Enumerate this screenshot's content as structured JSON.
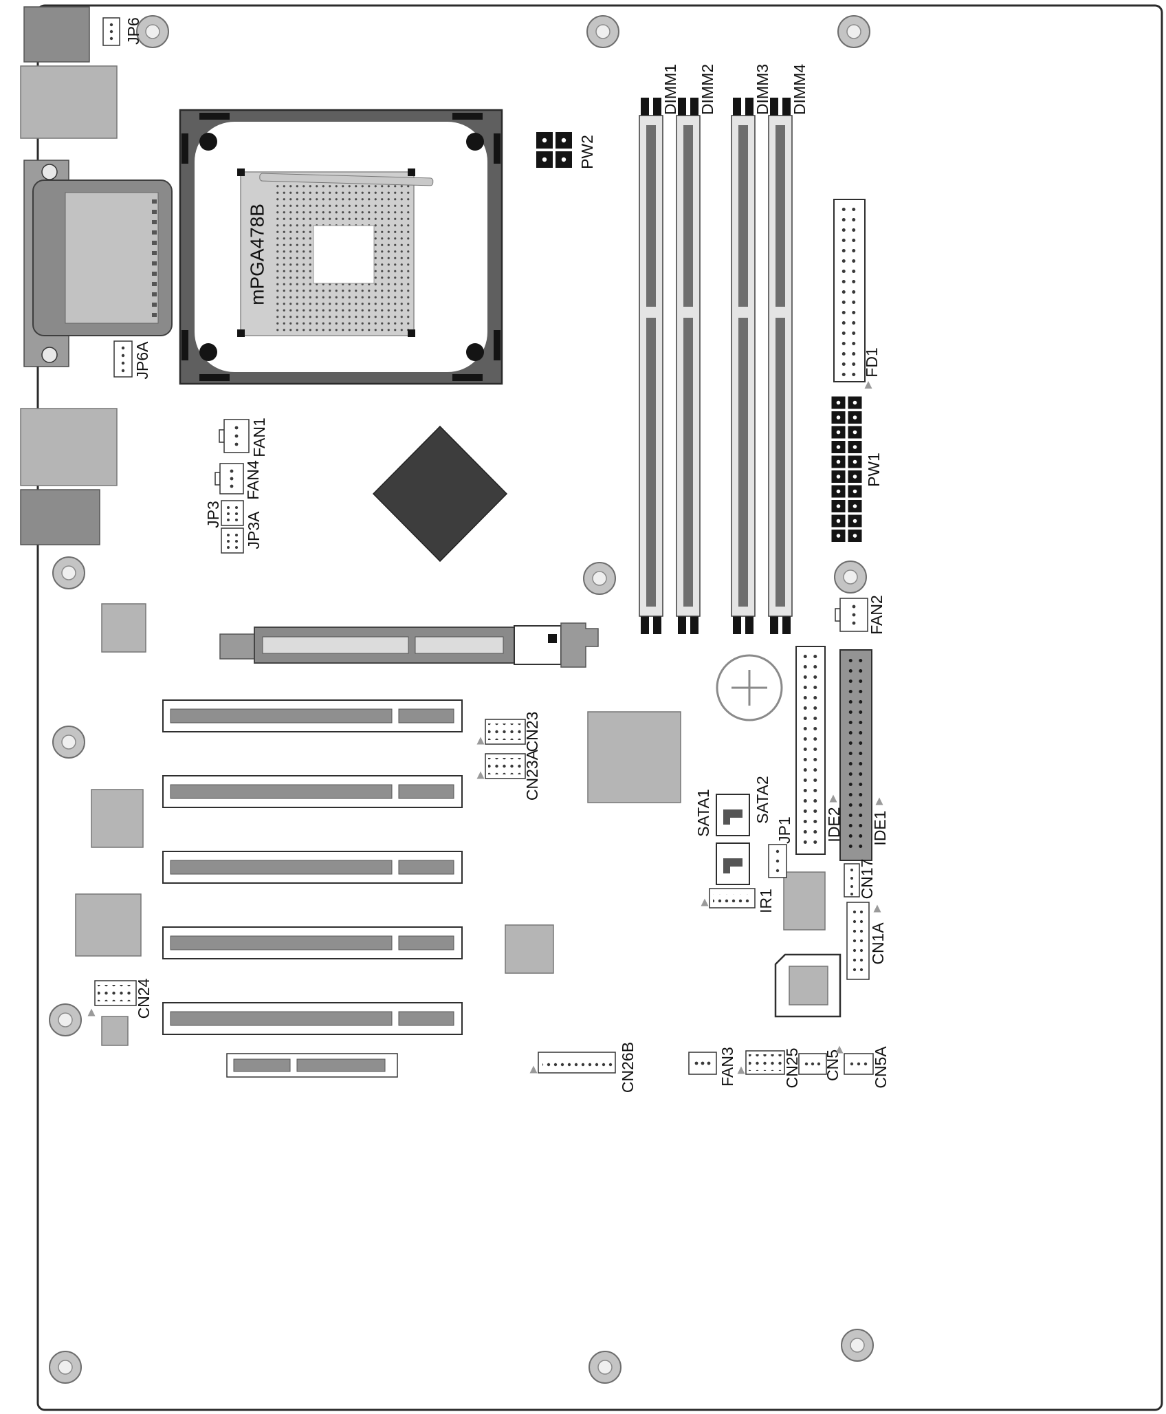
{
  "diagram": {
    "type": "motherboard-layout",
    "cpu_socket": "mPGA478B"
  },
  "labels": {
    "jp6": "JP6",
    "jp6a": "JP6A",
    "pw2": "PW2",
    "dimm1": "DIMM1",
    "dimm2": "DIMM2",
    "dimm3": "DIMM3",
    "dimm4": "DIMM4",
    "fd1": "FD1",
    "pw1": "PW1",
    "fan1": "FAN1",
    "fan2": "FAN2",
    "fan3": "FAN3",
    "fan4": "FAN4",
    "jp3": "JP3",
    "jp3a": "JP3A",
    "cn23": "CN23",
    "cn23a": "CN23A",
    "cn24": "CN24",
    "sata1": "SATA1",
    "sata2": "SATA2",
    "ir1": "IR1",
    "jp1": "JP1",
    "ide1": "IDE1",
    "ide2": "IDE2",
    "cn17": "CN17",
    "cn1a": "CN1A",
    "cn26b": "CN26B",
    "cn25": "CN25",
    "cn5": "CN5",
    "cn5a": "CN5A"
  },
  "icons": {
    "pin1_marker": "triangle-up"
  },
  "colors": {
    "board_outline": "#2b2b2b",
    "connector_black": "#141414",
    "component_gray": "#b5b5b5",
    "port_gray": "#8c8c8c",
    "slot_inner_gray": "#8f8f8f"
  }
}
